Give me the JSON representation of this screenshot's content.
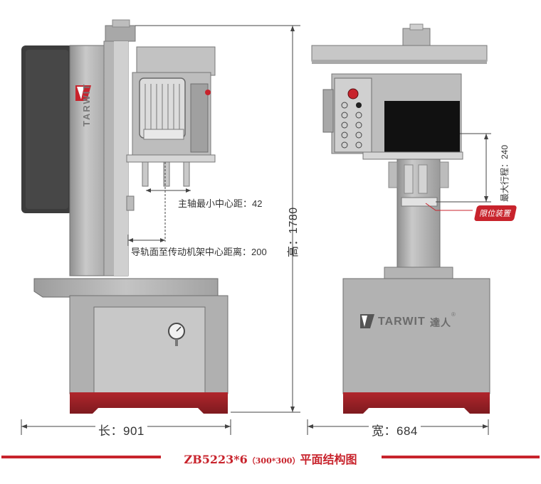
{
  "brand": {
    "logo_mark": "TA",
    "name": "TARWIT",
    "name_cn": "達人",
    "registered": "®"
  },
  "dimensions": {
    "spindle_min_center": "主轴最小中心距：42",
    "rail_to_frame_center": "导轨面至传动机架中心距离：200",
    "height": "高：1780",
    "length": "长：901",
    "width": "宽：684",
    "max_stroke": "最大行程：240"
  },
  "labels": {
    "limit_device": "限位装置"
  },
  "title": {
    "main": "ZB5223*6",
    "sub": "（300*300）",
    "suffix": "平面结构图"
  },
  "colors": {
    "accent_red": "#c8232c",
    "machine_gray": "#a6a6a6",
    "machine_dark": "#3a3a3a"
  }
}
